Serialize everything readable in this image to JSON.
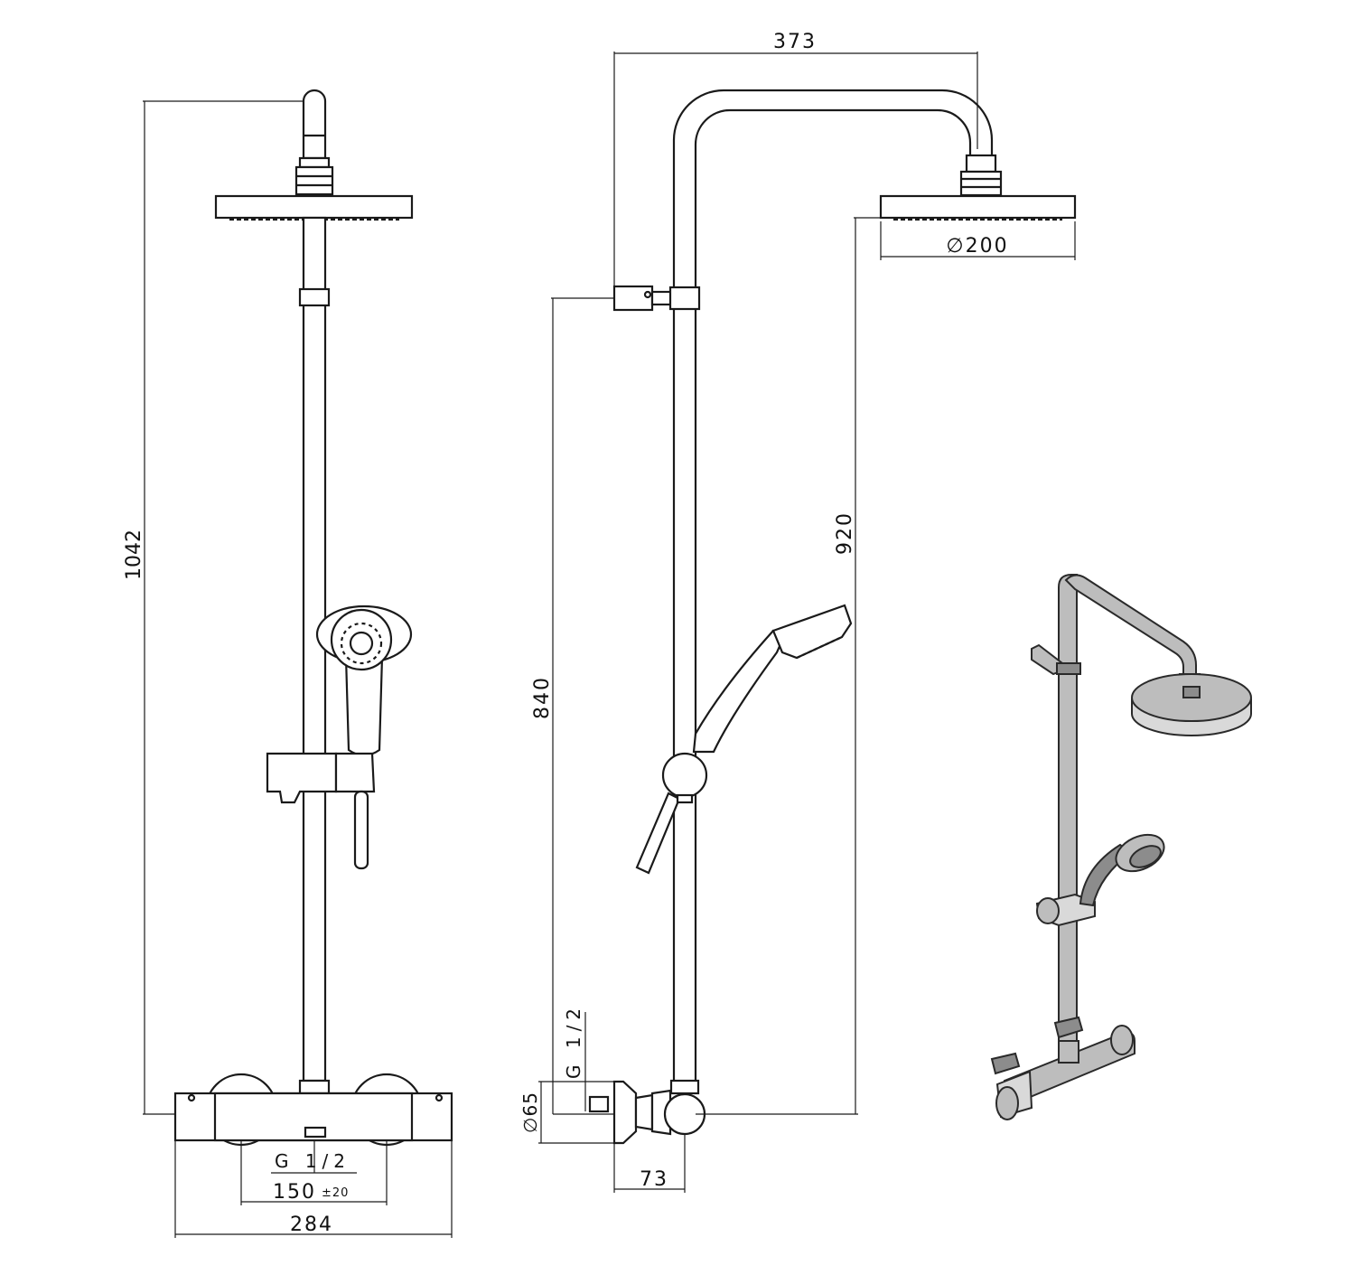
{
  "diagram": {
    "dimensions": {
      "total_height": "1042",
      "arm_length": "373",
      "head_diameter": "∅200",
      "head_height": "920",
      "bracket_height": "840",
      "inlet_thread_front": "G 1/2",
      "inlet_thread_side": "G 1/2",
      "flange_diameter": "∅65",
      "wall_offset": "73",
      "inlet_spacing": "150",
      "inlet_spacing_tolerance": "±20",
      "body_width": "284"
    }
  }
}
